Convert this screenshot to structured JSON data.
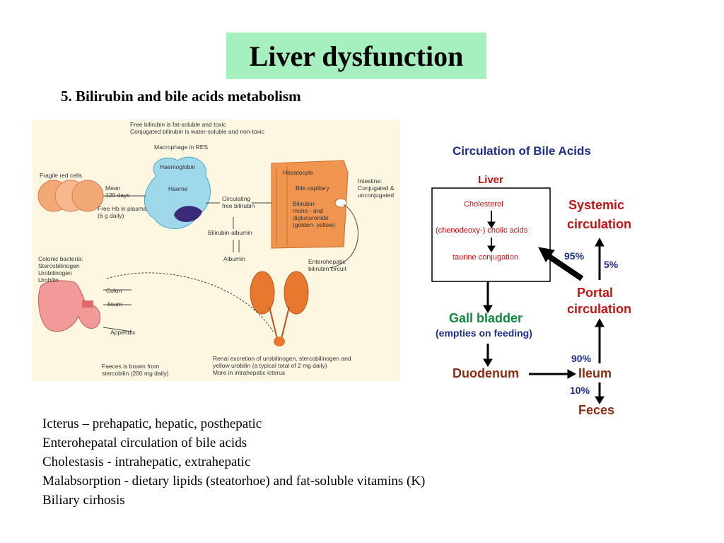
{
  "slide": {
    "title": "Liver dysfunction",
    "subtitle": "5. Bilirubin and bile acids metabolism"
  },
  "bilirubin_diagram": {
    "header_lines": [
      "Free bilirubin is fat-soluble and toxic",
      "Conjugated bilirubin is water-soluble and non-toxic"
    ],
    "macrophage": "Macrophage in RES",
    "haemoglobin": "Haemoglobin",
    "haeme": "Haeme",
    "fragile_rbc": "Fragile red cells",
    "mean_life": "Mean\n120 days",
    "free_hb": "Free Hb in plasma\n(6 g daily)",
    "circulating": "Circulating\nfree bilirubin",
    "bilirubin_albumin": "Bilirubin-albumin",
    "albumin": "Albumin",
    "hepatocyte": "Hepatocyte",
    "bile_capillary": "Bile capillary",
    "bilirubin_glucuronide": "Bilirubin-\nmono - and\ndiglucuronide\n(golden- yellow)",
    "intestine": "Intestine:\nConjugated &\nunconjugated",
    "enterohepatic": "Enterohepatic\nbilirubin circuit",
    "colonic": "Colonic bacteria:\nStercobilinogen\nUrobilinogen\nUrobilin",
    "colon": "Colon",
    "ileum": "Ileum",
    "appendix": "Appendix",
    "faeces": "Faeces is brown from\nstercobilin (200 mg daily)",
    "renal": "Renal excretion of urobilinogen, stercobilinogen and\nyellow urobilin (a typical total of 2 mg daily)\nMore in intrahepatic icterus"
  },
  "bile_acids_flow": {
    "heading": "Circulation of Bile Acids",
    "liver": "Liver",
    "cholesterol": "Cholesterol",
    "cholic": "(chenodeoxy-) cholic acids",
    "taurine": "taurine conjugation",
    "systemic_1": "Systemic",
    "systemic_2": "circulation",
    "pct_95": "95%",
    "pct_5": "5%",
    "portal_1": "Portal",
    "portal_2": "circulation",
    "gall_1": "Gall bladder",
    "gall_2": "(empties on feeding)",
    "pct_90": "90%",
    "duodenum": "Duodenum",
    "ileum": "Ileum",
    "pct_10": "10%",
    "feces": "Feces",
    "colors": {
      "heading": "#1b2e8a",
      "red": "#cc1111",
      "green": "#0e8a3a",
      "brown": "#8b2d12"
    }
  },
  "bullets": [
    "Icterus – prehapatic, hepatic, posthepatic",
    "Enterohepatal circulation of bile acids",
    "Cholestasis - intrahepatic, extrahepatic",
    "Malabsorption - dietary lipids (steatorhoe) and fat-soluble vitamins (K)",
    "Biliary cirhosis"
  ]
}
